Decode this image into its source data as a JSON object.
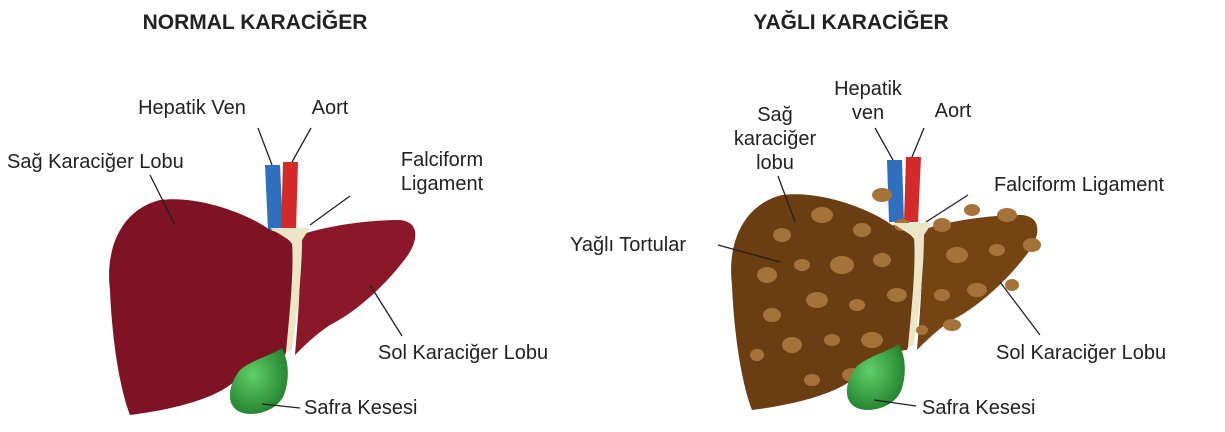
{
  "normal": {
    "title": "NORMAL KARACİĞER",
    "labels": {
      "hepatic_vein": "Hepatik Ven",
      "aorta": "Aort",
      "right_lobe": "Sağ Karaciğer Lobu",
      "falciform_1": "Falciform",
      "falciform_2": "Ligament",
      "left_lobe": "Sol Karaciğer Lobu",
      "gallbladder": "Safra Kesesi"
    }
  },
  "fatty": {
    "title": "YAĞLI KARACİĞER",
    "labels": {
      "hepatic_1": "Hepatik",
      "hepatic_2": "ven",
      "aorta": "Aort",
      "right_lobe_1": "Sağ",
      "right_lobe_2": "karaciğer",
      "right_lobe_3": "lobu",
      "falciform": "Falciform Ligament",
      "fat_deposits": "Yağlı Tortular",
      "left_lobe": "Sol Karaciğer Lobu",
      "gallbladder": "Safra Kesesi"
    }
  },
  "colors": {
    "normal_liver": "#7e1423",
    "fatty_liver": "#6b3d12",
    "fat_spots": "#a5733a",
    "ligament": "#ece5c6",
    "vein": "#2f6fc0",
    "aorta": "#d42a2a",
    "gallbladder": "#2f9a3a"
  }
}
